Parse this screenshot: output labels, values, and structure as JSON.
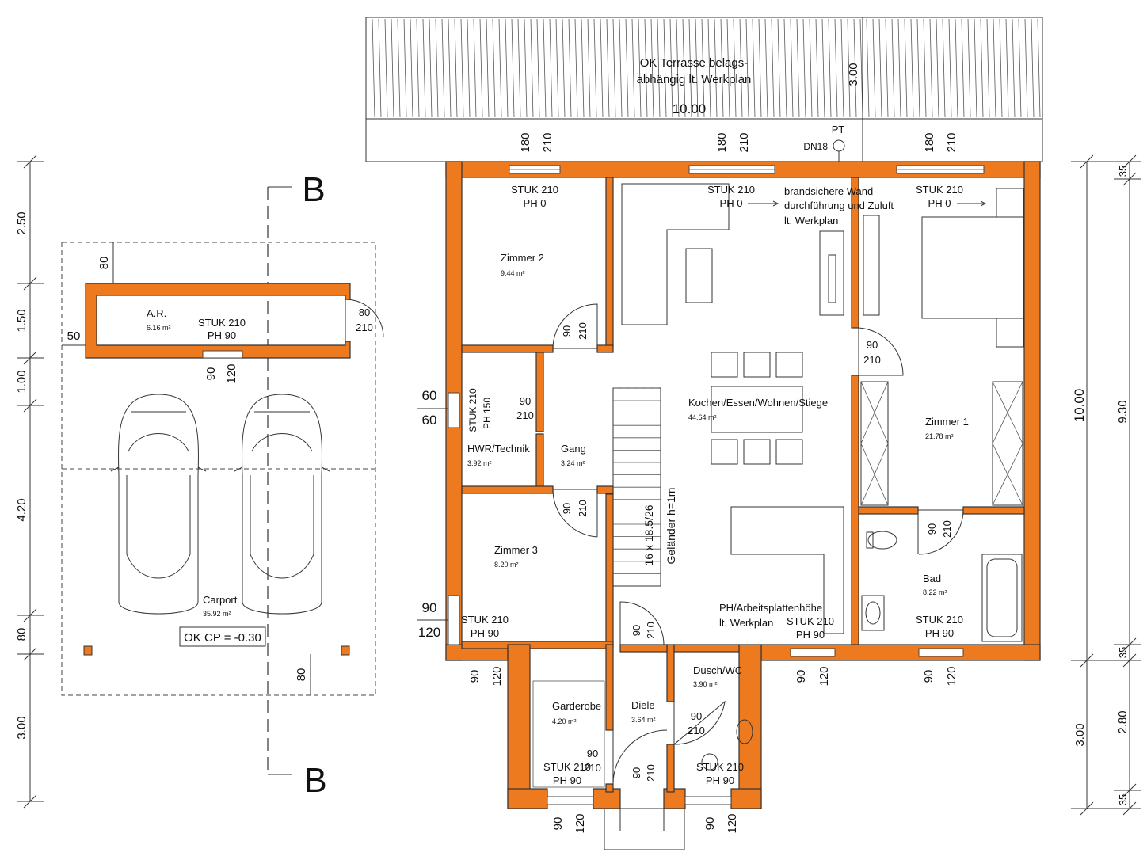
{
  "colors": {
    "wall": "#ee7a1f",
    "line": "#333333",
    "background": "#ffffff"
  },
  "section_marker": "B",
  "terrace": {
    "note_line1": "OK Terrasse belags-",
    "note_line2": "abhängig lt. Werkplan",
    "width": "10.00",
    "depth": "3.00"
  },
  "pt": {
    "label": "PT",
    "dn": "DN18"
  },
  "wall_note": [
    "brandsichere Wand-",
    "durchführung und Zuluft",
    "lt. Werkplan"
  ],
  "counter_note": [
    "PH/Arbeitsplattenhöhe",
    "lt. Werkplan"
  ],
  "stair": {
    "steps": "16 x 18.5/26",
    "railing": "Geländer h=1m"
  },
  "level_note": "OK CP = -0.30",
  "rooms": [
    {
      "name": "Zimmer 2",
      "area": "9.44 m²"
    },
    {
      "name": "Kochen/Essen/Wohnen/Stiege",
      "area": "44.64 m²"
    },
    {
      "name": "Zimmer 1",
      "area": "21.78 m²"
    },
    {
      "name": "HWR/Technik",
      "area": "3.92 m²"
    },
    {
      "name": "Gang",
      "area": "3.24 m²"
    },
    {
      "name": "Zimmer 3",
      "area": "8.20 m²"
    },
    {
      "name": "Bad",
      "area": "8.22 m²"
    },
    {
      "name": "Dusch/WC",
      "area": "3.90 m²"
    },
    {
      "name": "Garderobe",
      "area": "4.20 m²"
    },
    {
      "name": "Diele",
      "area": "3.64 m²"
    },
    {
      "name": "A.R.",
      "area": "6.16 m²"
    },
    {
      "name": "Carport",
      "area": "35.92 m²"
    }
  ],
  "openings": {
    "stuk210": "STUK 210",
    "ph0": "PH 0",
    "ph90": "PH 90",
    "ph150": "PH 150",
    "v180": "180",
    "v210": "210",
    "v90": "90",
    "v120": "120",
    "v80": "80",
    "v60": "60",
    "v50": "50"
  },
  "dims_left": [
    "2.50",
    "1.50",
    "1.00",
    "4.20",
    "80",
    "3.00"
  ],
  "dims_right_outer": [
    "10.00",
    "3.00"
  ],
  "dims_right_inner": [
    "35",
    "9.30",
    "35",
    "2.80",
    "35"
  ]
}
